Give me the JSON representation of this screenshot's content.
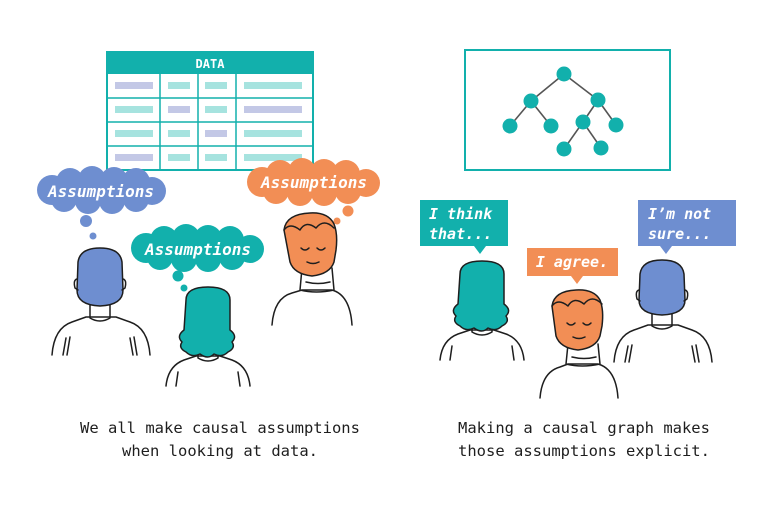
{
  "colors": {
    "teal": "#12B0AC",
    "blue": "#6E8ED0",
    "orange": "#F28E55",
    "light_teal_cell": "#A6E3DF",
    "lavender_cell": "#C3C8E6",
    "line": "#1e1e1e"
  },
  "left_panel": {
    "table_header": "DATA",
    "thought_bubbles": [
      "Assumptions",
      "Assumptions",
      "Assumptions"
    ],
    "caption": [
      "We all make causal assumptions",
      "when looking at data."
    ]
  },
  "right_panel": {
    "speech_bubbles": [
      {
        "lines": [
          "I think",
          "that..."
        ],
        "color": "teal"
      },
      {
        "lines": [
          "I agree."
        ],
        "color": "orange"
      },
      {
        "lines": [
          "I’m not",
          "sure..."
        ],
        "color": "blue"
      }
    ],
    "caption": [
      "Making a causal graph makes",
      "those assumptions explicit."
    ]
  },
  "icons": [
    "data-table-icon",
    "causal-graph-icon",
    "thought-bubble-icon",
    "speech-bubble-icon",
    "person-icon"
  ]
}
